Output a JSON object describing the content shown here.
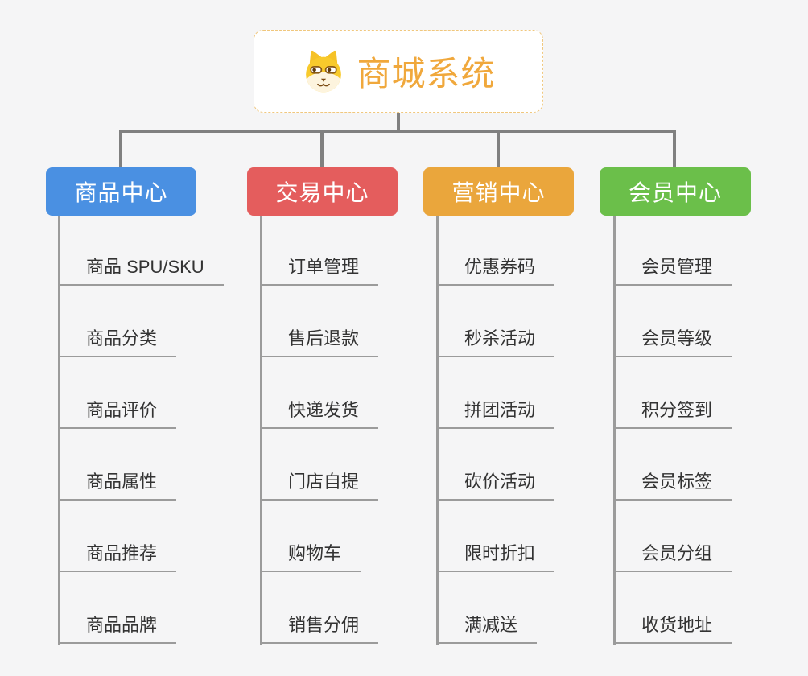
{
  "root": {
    "label": "商城系统",
    "icon": "dog-face-icon"
  },
  "branches": [
    {
      "label": "商品中心",
      "color": "#4a90e2",
      "children": [
        "商品 SPU/SKU",
        "商品分类",
        "商品评价",
        "商品属性",
        "商品推荐",
        "商品品牌"
      ]
    },
    {
      "label": "交易中心",
      "color": "#e45d5d",
      "children": [
        "订单管理",
        "售后退款",
        "快递发货",
        "门店自提",
        "购物车",
        "销售分佣"
      ]
    },
    {
      "label": "营销中心",
      "color": "#eaa63c",
      "children": [
        "优惠券码",
        "秒杀活动",
        "拼团活动",
        "砍价活动",
        "限时折扣",
        "满减送"
      ]
    },
    {
      "label": "会员中心",
      "color": "#6bbf4a",
      "children": [
        "会员管理",
        "会员等级",
        "积分签到",
        "会员标签",
        "会员分组",
        "收货地址"
      ]
    }
  ],
  "palette": {
    "background": "#f5f5f6",
    "root_border": "#f0c77d",
    "root_text": "#f0a83c",
    "connector": "#808080",
    "leaf_line": "#9b9b9b",
    "leaf_text": "#333333"
  }
}
